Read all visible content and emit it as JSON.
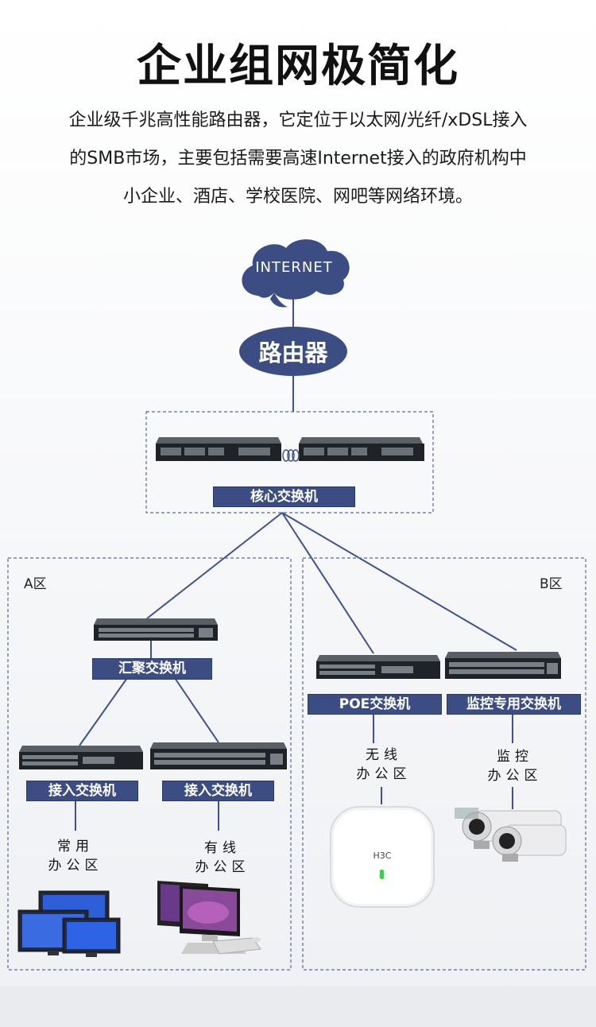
{
  "title": "企业组网极简化",
  "description": {
    "line1": "企业级千兆高性能路由器，它定位于以太网/光纤/xDSL接入",
    "line2": "的SMB市场，主要包括需要高速Internet接入的政府机构中",
    "line3": "小企业、酒店、学校医院、网吧等网络环境。"
  },
  "diagram": {
    "cloud_label": "INTERNET",
    "router_label": "路由器",
    "core_switch_label": "核心交换机",
    "zone_a_label": "A区",
    "zone_b_label": "B区",
    "aggregation_switch_label": "汇聚交换机",
    "access_switch_1_label": "接入交换机",
    "access_switch_2_label": "接入交换机",
    "poe_switch_label": "POE交换机",
    "monitor_switch_label": "监控专用交换机",
    "office_common": {
      "line1": "常用",
      "line2": "办公区"
    },
    "office_wired": {
      "line1": "有线",
      "line2": "办公区"
    },
    "office_wireless": {
      "line1": "无线",
      "line2": "办公区"
    },
    "office_monitor": {
      "line1": "监控",
      "line2": "办公区"
    },
    "ap_brand": "H3C",
    "colors": {
      "node": "#3b4d82",
      "line": "#3f5290",
      "dashed_border": "#5a6a9a",
      "label_bg": "#3b4d82"
    }
  }
}
